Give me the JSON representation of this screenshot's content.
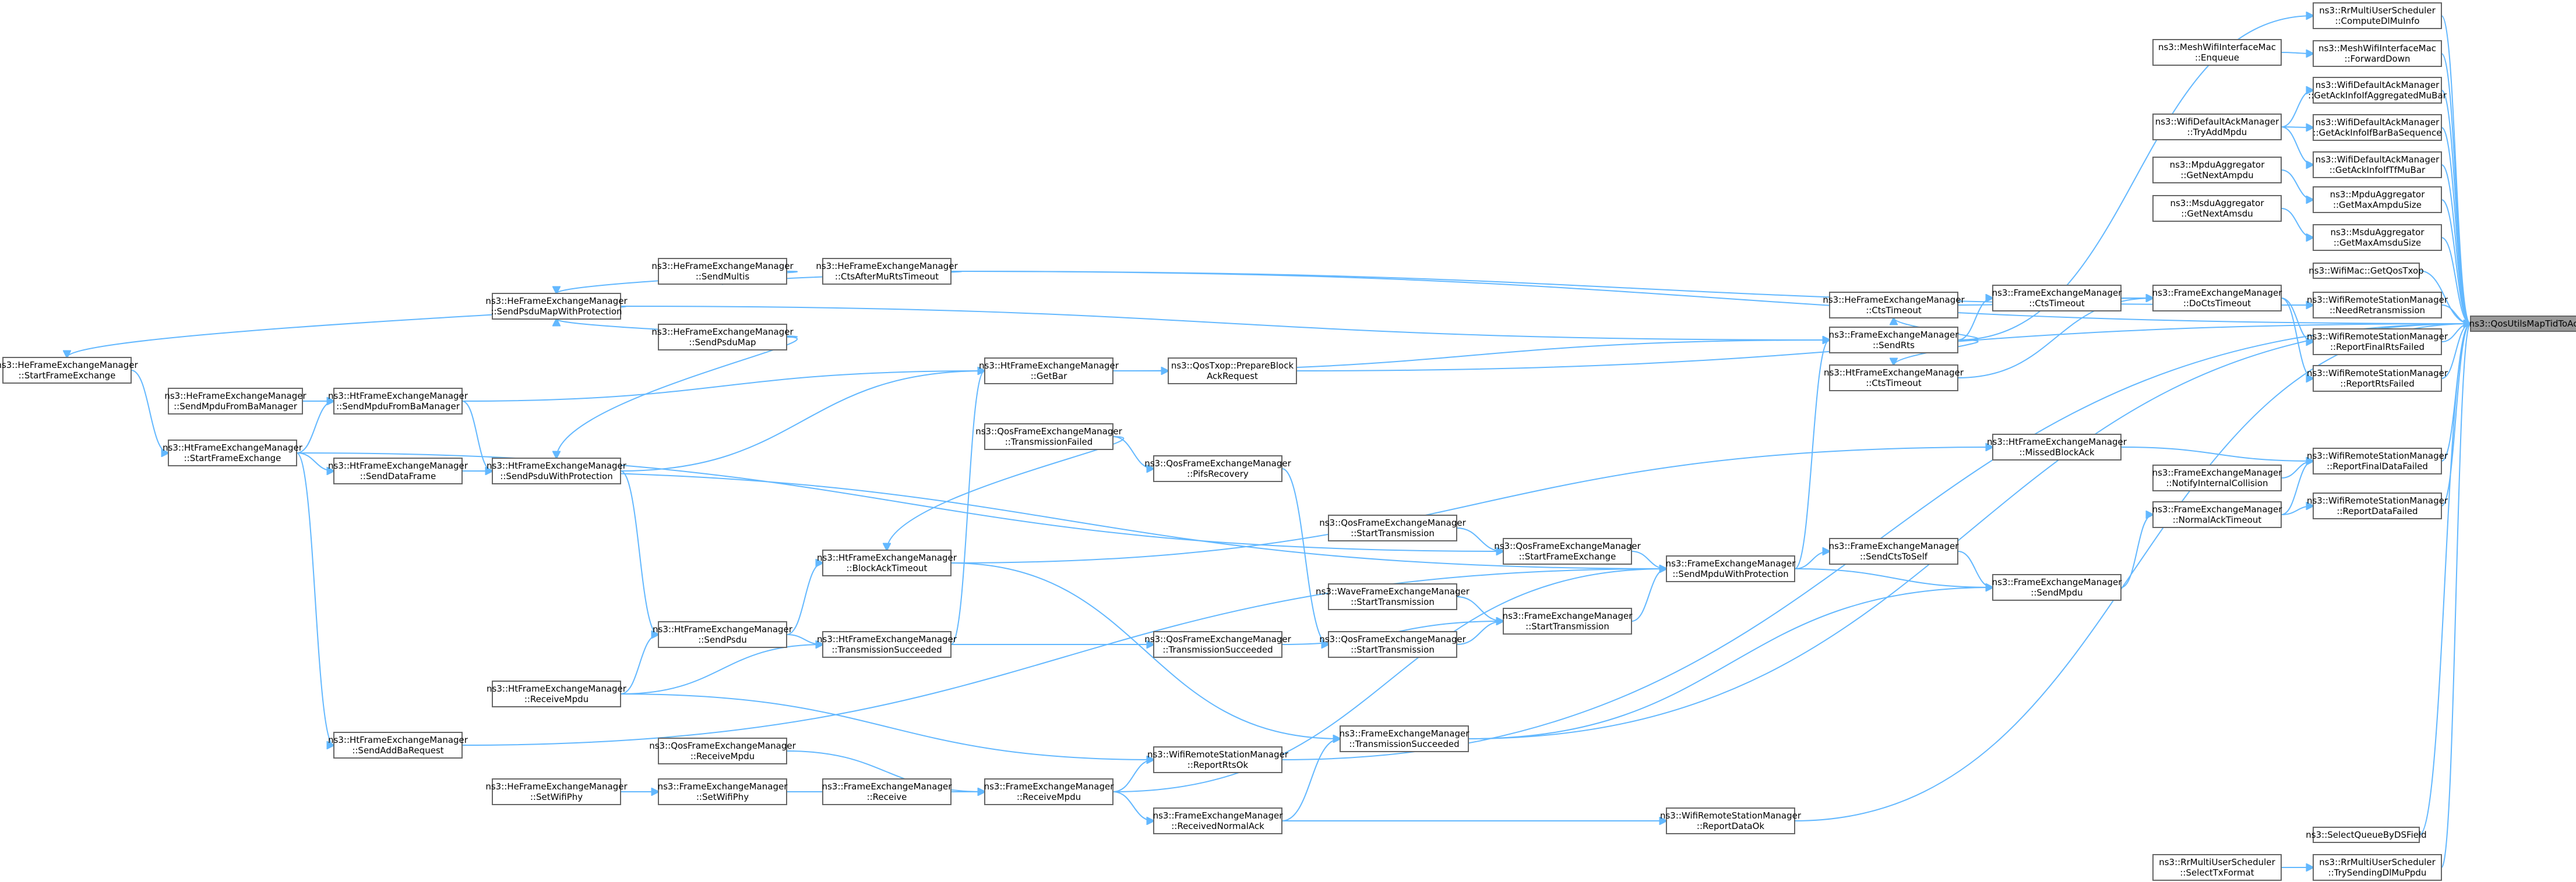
{
  "colors": {
    "edge": "#63b8ff",
    "node_border": "#666666",
    "node_fill": "#ffffff",
    "highlight_fill": "#999999",
    "text": "#000000"
  },
  "highlighted_node": "n_target",
  "nodes": [
    {
      "id": "n_target",
      "lines": [
        "ns3::QosUtilsMapTidToAc"
      ]
    },
    {
      "id": "r1",
      "lines": [
        "ns3::RrMultiUserScheduler",
        "::ComputeDlMuInfo"
      ]
    },
    {
      "id": "r2",
      "lines": [
        "ns3::MeshWifiInterfaceMac",
        "::ForwardDown"
      ]
    },
    {
      "id": "r3",
      "lines": [
        "ns3::WifiDefaultAckManager",
        "::GetAckInfoIfAggregatedMuBar"
      ]
    },
    {
      "id": "r4",
      "lines": [
        "ns3::WifiDefaultAckManager",
        "::GetAckInfoIfBarBaSequence"
      ]
    },
    {
      "id": "r5",
      "lines": [
        "ns3::WifiDefaultAckManager",
        "::GetAckInfoIfTfMuBar"
      ]
    },
    {
      "id": "r6",
      "lines": [
        "ns3::MpduAggregator",
        "::GetMaxAmpduSize"
      ]
    },
    {
      "id": "r7",
      "lines": [
        "ns3::MsduAggregator",
        "::GetMaxAmsduSize"
      ]
    },
    {
      "id": "r8",
      "lines": [
        "ns3::WifiMac::GetQosTxop"
      ]
    },
    {
      "id": "r9",
      "lines": [
        "ns3::WifiRemoteStationManager",
        "::NeedRetransmission"
      ]
    },
    {
      "id": "r10",
      "lines": [
        "ns3::WifiRemoteStationManager",
        "::ReportFinalRtsFailed"
      ]
    },
    {
      "id": "r11",
      "lines": [
        "ns3::WifiRemoteStationManager",
        "::ReportRtsFailed"
      ]
    },
    {
      "id": "r12",
      "lines": [
        "ns3::WifiRemoteStationManager",
        "::ReportFinalDataFailed"
      ]
    },
    {
      "id": "r13",
      "lines": [
        "ns3::WifiRemoteStationManager",
        "::ReportDataFailed"
      ]
    },
    {
      "id": "r14",
      "lines": [
        "ns3::SelectQueueByDSField"
      ]
    },
    {
      "id": "r15",
      "lines": [
        "ns3::RrMultiUserScheduler",
        "::TrySendingDlMuPpdu"
      ]
    },
    {
      "id": "q1",
      "lines": [
        "ns3::MeshWifiInterfaceMac",
        "::Enqueue"
      ]
    },
    {
      "id": "q2",
      "lines": [
        "ns3::WifiDefaultAckManager",
        "::TryAddMpdu"
      ]
    },
    {
      "id": "q3",
      "lines": [
        "ns3::MpduAggregator",
        "::GetNextAmpdu"
      ]
    },
    {
      "id": "q4",
      "lines": [
        "ns3::MsduAggregator",
        "::GetNextAmsdu"
      ]
    },
    {
      "id": "q5",
      "lines": [
        "ns3::FrameExchangeManager",
        "::DoCtsTimeout"
      ]
    },
    {
      "id": "q6",
      "lines": [
        "ns3::FrameExchangeManager",
        "::NotifyInternalCollision"
      ]
    },
    {
      "id": "q7",
      "lines": [
        "ns3::FrameExchangeManager",
        "::NormalAckTimeout"
      ]
    },
    {
      "id": "q8",
      "lines": [
        "ns3::RrMultiUserScheduler",
        "::SelectTxFormat"
      ]
    },
    {
      "id": "p1",
      "lines": [
        "ns3::HeFrameExchangeManager",
        "::CtsTimeout"
      ]
    },
    {
      "id": "p2",
      "lines": [
        "ns3::FrameExchangeManager",
        "::CtsTimeout"
      ]
    },
    {
      "id": "p3",
      "lines": [
        "ns3::HtFrameExchangeManager",
        "::CtsTimeout"
      ]
    },
    {
      "id": "p4",
      "lines": [
        "ns3::HtFrameExchangeManager",
        "::MissedBlockAck"
      ]
    },
    {
      "id": "p5",
      "lines": [
        "ns3::FrameExchangeManager",
        "::SendMpdu"
      ]
    },
    {
      "id": "o1",
      "lines": [
        "ns3::FrameExchangeManager",
        "::SendRts"
      ]
    },
    {
      "id": "o2",
      "lines": [
        "ns3::FrameExchangeManager",
        "::SendCtsToSelf"
      ]
    },
    {
      "id": "o3",
      "lines": [
        "ns3::FrameExchangeManager",
        "::SendMpduWithProtection"
      ]
    },
    {
      "id": "o4",
      "lines": [
        "ns3::WifiRemoteStationManager",
        "::ReportDataOk"
      ]
    },
    {
      "id": "m1",
      "lines": [
        "ns3::QosFrameExchangeManager",
        "::StartFrameExchange"
      ]
    },
    {
      "id": "m2",
      "lines": [
        "ns3::FrameExchangeManager",
        "::StartTransmission"
      ]
    },
    {
      "id": "m3",
      "lines": [
        "ns3::FrameExchangeManager",
        "::TransmissionSucceeded"
      ]
    },
    {
      "id": "l1",
      "lines": [
        "ns3::QosTxop::PrepareBlock",
        "AckRequest"
      ]
    },
    {
      "id": "l2",
      "lines": [
        "ns3::QosFrameExchangeManager",
        "::PifsRecovery"
      ]
    },
    {
      "id": "l3",
      "lines": [
        "ns3::QosFrameExchangeManager",
        "::StartTransmission"
      ]
    },
    {
      "id": "l4",
      "lines": [
        "ns3::WaveFrameExchangeManager",
        "::StartTransmission"
      ]
    },
    {
      "id": "l5",
      "lines": [
        "ns3::QosFrameExchangeManager",
        "::StartTransmission"
      ]
    },
    {
      "id": "l6",
      "lines": [
        "ns3::QosFrameExchangeManager",
        "::TransmissionSucceeded"
      ]
    },
    {
      "id": "l7",
      "lines": [
        "ns3::WifiRemoteStationManager",
        "::ReportRtsOk"
      ]
    },
    {
      "id": "l8",
      "lines": [
        "ns3::FrameExchangeManager",
        "::ReceivedNormalAck"
      ]
    },
    {
      "id": "k1",
      "lines": [
        "ns3::HeFrameExchangeManager",
        "::CtsAfterMuRtsTimeout"
      ]
    },
    {
      "id": "k2",
      "lines": [
        "ns3::HtFrameExchangeManager",
        "::GetBar"
      ]
    },
    {
      "id": "k3",
      "lines": [
        "ns3::QosFrameExchangeManager",
        "::TransmissionFailed"
      ]
    },
    {
      "id": "k4",
      "lines": [
        "ns3::HtFrameExchangeManager",
        "::BlockAckTimeout"
      ]
    },
    {
      "id": "k5",
      "lines": [
        "ns3::HtFrameExchangeManager",
        "::TransmissionSucceeded"
      ]
    },
    {
      "id": "k6",
      "lines": [
        "ns3::FrameExchangeManager",
        "::ReceiveMpdu"
      ]
    },
    {
      "id": "j1",
      "lines": [
        "ns3::HeFrameExchangeManager",
        "::SendMultis"
      ]
    },
    {
      "id": "j2",
      "lines": [
        "ns3::HeFrameExchangeManager",
        "::SendPsduMap"
      ]
    },
    {
      "id": "j3",
      "lines": [
        "ns3::HtFrameExchangeManager",
        "::SendPsdu"
      ]
    },
    {
      "id": "j4",
      "lines": [
        "ns3::QosFrameExchangeManager",
        "::ReceiveMpdu"
      ]
    },
    {
      "id": "j5",
      "lines": [
        "ns3::FrameExchangeManager",
        "::SetWifiPhy"
      ]
    },
    {
      "id": "j6",
      "lines": [
        "ns3::FrameExchangeManager",
        "::Receive"
      ]
    },
    {
      "id": "i1",
      "lines": [
        "ns3::HeFrameExchangeManager",
        "::SendPsduMapWithProtection"
      ]
    },
    {
      "id": "i2",
      "lines": [
        "ns3::HtFrameExchangeManager",
        "::SendPsduWithProtection"
      ]
    },
    {
      "id": "i3",
      "lines": [
        "ns3::HtFrameExchangeManager",
        "::ReceiveMpdu"
      ]
    },
    {
      "id": "i4",
      "lines": [
        "ns3::HeFrameExchangeManager",
        "::SetWifiPhy"
      ]
    },
    {
      "id": "h1",
      "lines": [
        "ns3::HtFrameExchangeManager",
        "::SendMpduFromBaManager"
      ]
    },
    {
      "id": "h2",
      "lines": [
        "ns3::HtFrameExchangeManager",
        "::SendDataFrame"
      ]
    },
    {
      "id": "h3",
      "lines": [
        "ns3::HtFrameExchangeManager",
        "::SendAddBaRequest"
      ]
    },
    {
      "id": "g1",
      "lines": [
        "ns3::HeFrameExchangeManager",
        "::StartFrameExchange"
      ]
    },
    {
      "id": "g2",
      "lines": [
        "ns3::HeFrameExchangeManager",
        "::SendMpduFromBaManager"
      ]
    },
    {
      "id": "g3",
      "lines": [
        "ns3::HtFrameExchangeManager",
        "::StartFrameExchange"
      ]
    }
  ],
  "edges": [
    [
      "r1",
      "n_target"
    ],
    [
      "r2",
      "n_target"
    ],
    [
      "r3",
      "n_target"
    ],
    [
      "r4",
      "n_target"
    ],
    [
      "r5",
      "n_target"
    ],
    [
      "r6",
      "n_target"
    ],
    [
      "r7",
      "n_target"
    ],
    [
      "r8",
      "n_target"
    ],
    [
      "r9",
      "n_target"
    ],
    [
      "r10",
      "n_target"
    ],
    [
      "r11",
      "n_target"
    ],
    [
      "r12",
      "n_target"
    ],
    [
      "r13",
      "n_target"
    ],
    [
      "r14",
      "n_target"
    ],
    [
      "r15",
      "n_target"
    ],
    [
      "q1",
      "r2"
    ],
    [
      "q2",
      "r3"
    ],
    [
      "q2",
      "r4"
    ],
    [
      "q2",
      "r5"
    ],
    [
      "q3",
      "r6"
    ],
    [
      "q4",
      "r7"
    ],
    [
      "q5",
      "r10"
    ],
    [
      "q5",
      "r11"
    ],
    [
      "q6",
      "r12"
    ],
    [
      "q7",
      "r12"
    ],
    [
      "q7",
      "r13"
    ],
    [
      "q8",
      "r15"
    ],
    [
      "p1",
      "q5"
    ],
    [
      "p2",
      "q5"
    ],
    [
      "p3",
      "q5"
    ],
    [
      "p4",
      "r12"
    ],
    [
      "p5",
      "q7"
    ],
    [
      "o1",
      "p1"
    ],
    [
      "o1",
      "p2"
    ],
    [
      "o1",
      "p3"
    ],
    [
      "o2",
      "p5"
    ],
    [
      "o3",
      "p5"
    ],
    [
      "o3",
      "o1"
    ],
    [
      "o3",
      "o2"
    ],
    [
      "m1",
      "o3"
    ],
    [
      "m2",
      "o3"
    ],
    [
      "m3",
      "p5"
    ],
    [
      "l3",
      "m1"
    ],
    [
      "l4",
      "m2"
    ],
    [
      "l5",
      "m2"
    ],
    [
      "l6",
      "m2"
    ],
    [
      "l7",
      "n_target"
    ],
    [
      "l8",
      "m3"
    ],
    [
      "l2",
      "l5"
    ],
    [
      "k1",
      "r9"
    ],
    [
      "k1",
      "j1"
    ],
    [
      "k2",
      "l1"
    ],
    [
      "k2",
      "o1"
    ],
    [
      "k3",
      "l2"
    ],
    [
      "k4",
      "p4"
    ],
    [
      "k4",
      "m3"
    ],
    [
      "k5",
      "l6"
    ],
    [
      "k5",
      "k2"
    ],
    [
      "k6",
      "l7"
    ],
    [
      "k6",
      "l8"
    ],
    [
      "k6",
      "o3"
    ],
    [
      "k3",
      "k4"
    ],
    [
      "j1",
      "i1"
    ],
    [
      "j2",
      "i1"
    ],
    [
      "j3",
      "k4"
    ],
    [
      "j3",
      "k5"
    ],
    [
      "j4",
      "k6"
    ],
    [
      "j5",
      "k6"
    ],
    [
      "j6",
      "k6"
    ],
    [
      "i1",
      "g1"
    ],
    [
      "i2",
      "j3"
    ],
    [
      "i3",
      "j3"
    ],
    [
      "i4",
      "j5"
    ],
    [
      "i3",
      "k5"
    ],
    [
      "i3",
      "l7"
    ],
    [
      "i2",
      "k2"
    ],
    [
      "h1",
      "i2"
    ],
    [
      "h2",
      "i2"
    ],
    [
      "h3",
      "o3"
    ],
    [
      "h1",
      "k2"
    ],
    [
      "g2",
      "h1"
    ],
    [
      "g3",
      "h1"
    ],
    [
      "g3",
      "h2"
    ],
    [
      "g3",
      "h3"
    ],
    [
      "g1",
      "g3"
    ],
    [
      "g3",
      "m1"
    ],
    [
      "h2",
      "o3"
    ],
    [
      "l1",
      "n_target"
    ],
    [
      "k1",
      "n_target"
    ],
    [
      "o4",
      "n_target"
    ],
    [
      "l8",
      "o4"
    ],
    [
      "m3",
      "n_target"
    ],
    [
      "i1",
      "o1"
    ],
    [
      "j2",
      "i2"
    ],
    [
      "o1",
      "r1"
    ]
  ]
}
